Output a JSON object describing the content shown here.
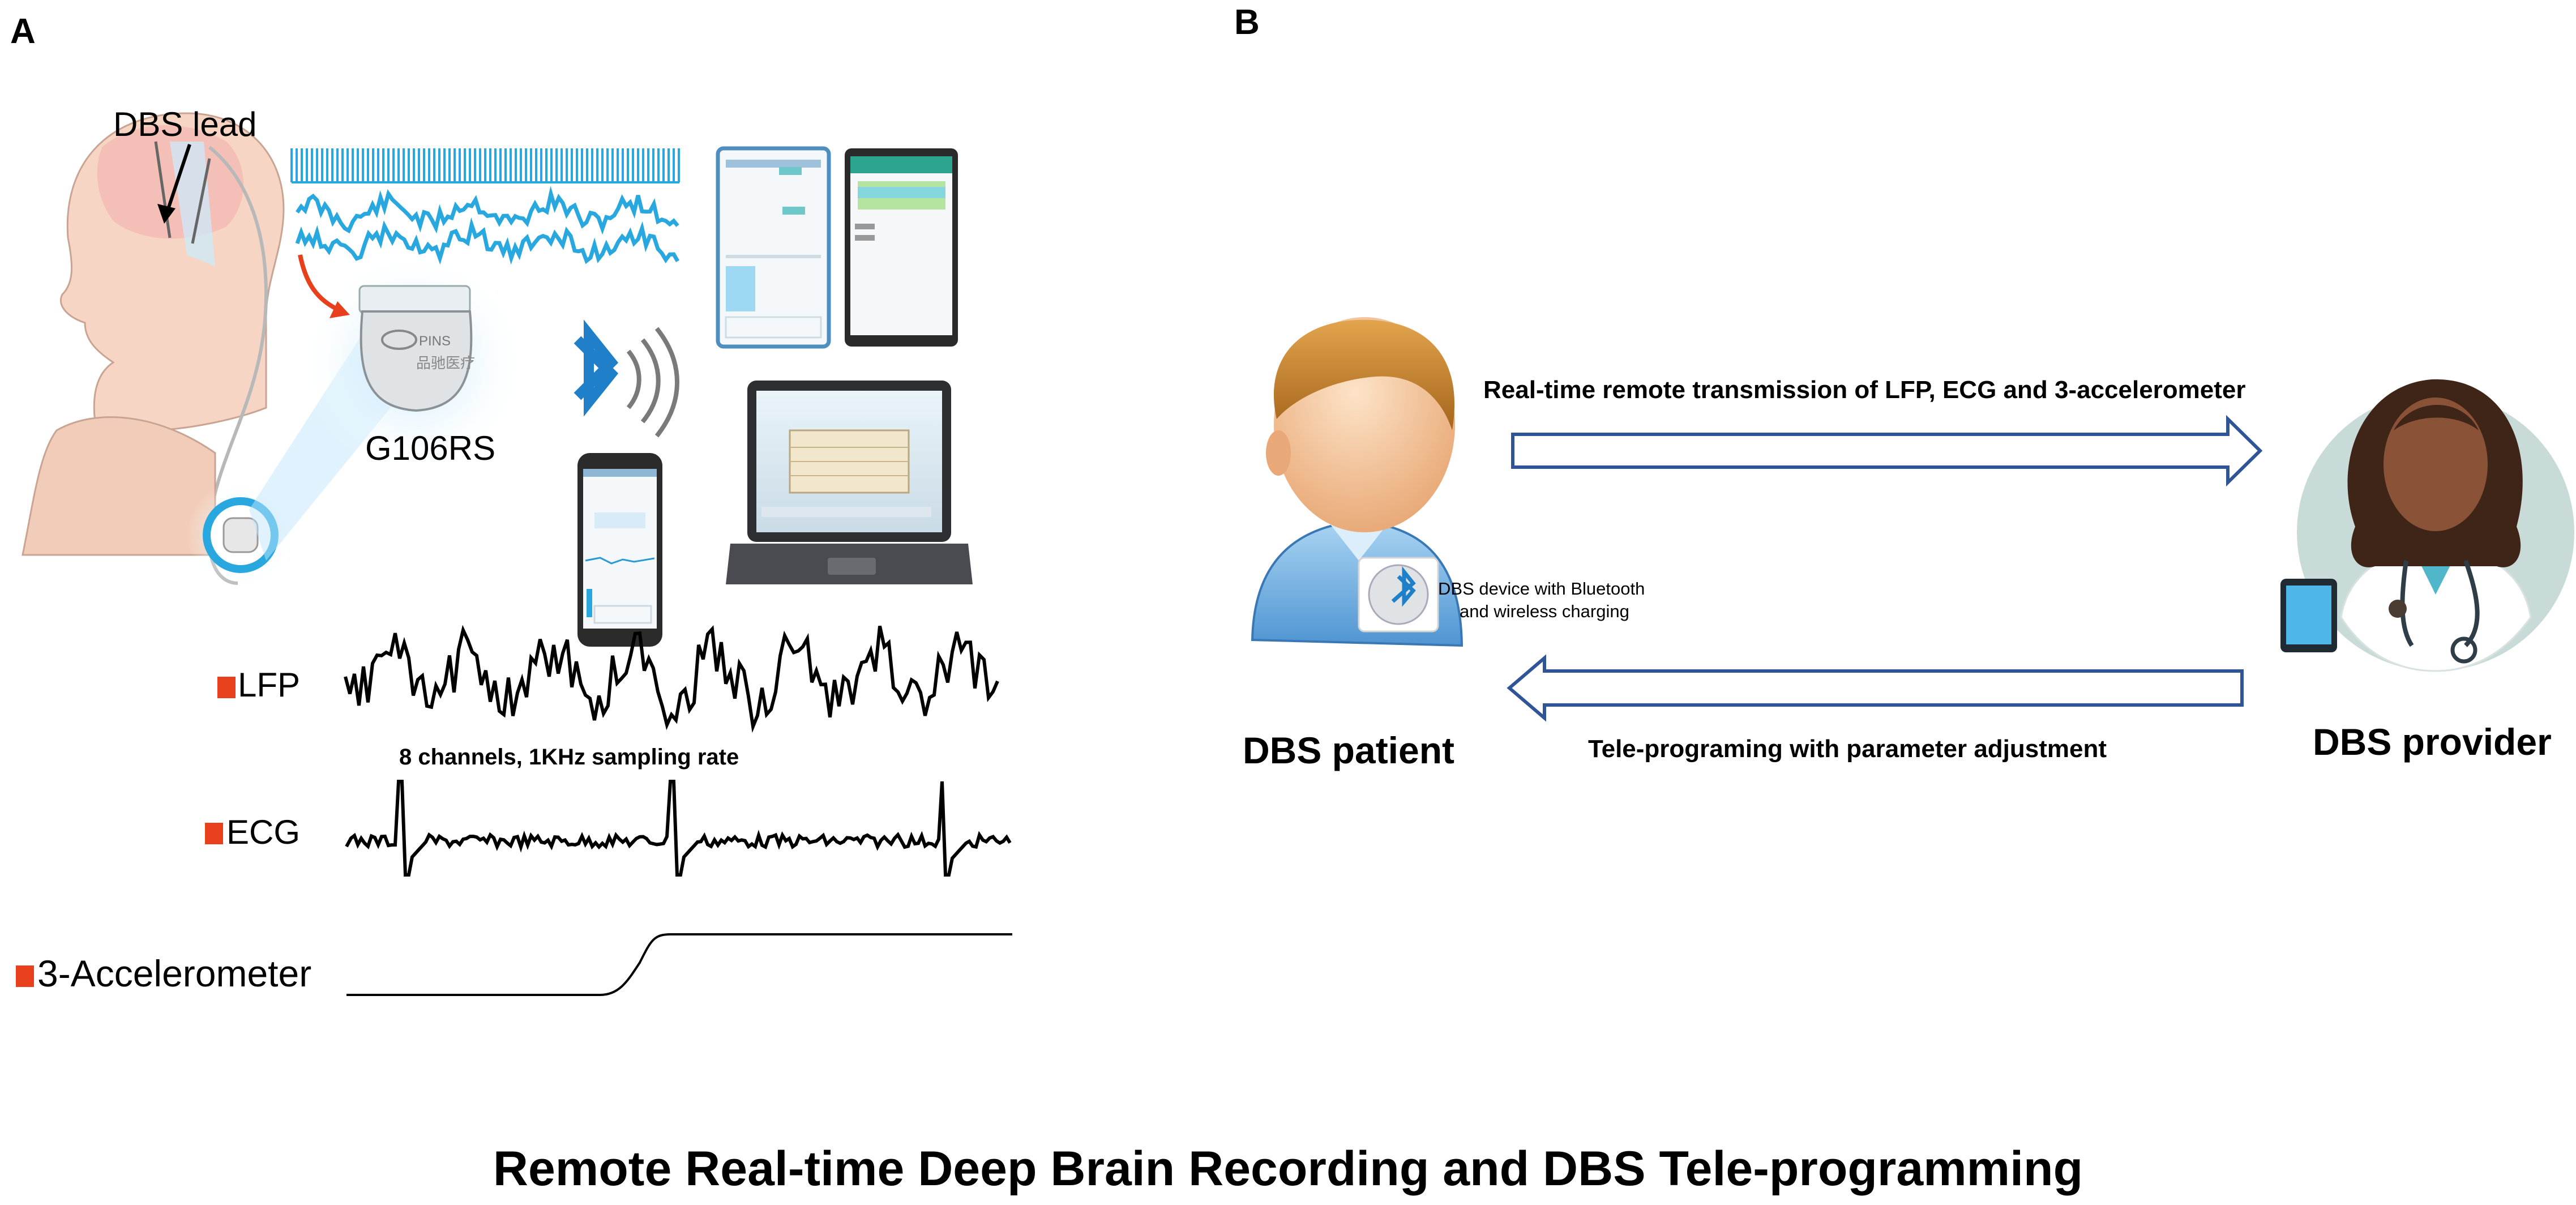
{
  "panel_a": {
    "letter": "A",
    "dbs_lead_label": "DBS lead",
    "device_label": "G106RS",
    "sampling_note": "8 channels, 1KHz sampling rate",
    "signals": [
      {
        "label": "LFP",
        "marker_color": "#e8401c"
      },
      {
        "label": "ECG",
        "marker_color": "#e8401c"
      },
      {
        "label": "3-Accelerometer",
        "marker_color": "#e8401c"
      }
    ],
    "icons": [
      "head-with-lead-icon",
      "stimulator-icon",
      "bluetooth-icon",
      "tablet-icon",
      "phone-icon",
      "laptop-icon"
    ]
  },
  "panel_b": {
    "letter": "B",
    "top_arrow_label": "Real-time remote transmission of LFP, ECG and 3-accelerometer",
    "bottom_arrow_label": "Tele-programing with parameter adjustment",
    "device_note_line1": "DBS device with Bluetooth",
    "device_note_line2": "and wireless charging",
    "patient_label": "DBS patient",
    "provider_label": "DBS provider",
    "icons": [
      "patient-icon",
      "doctor-icon",
      "tablet-icon"
    ]
  },
  "title": "Remote Real-time Deep Brain Recording and DBS Tele-programming",
  "colors": {
    "accent_blue": "#2f5597",
    "signal_blue": "#29a8e0",
    "marker_red": "#e8401c"
  }
}
